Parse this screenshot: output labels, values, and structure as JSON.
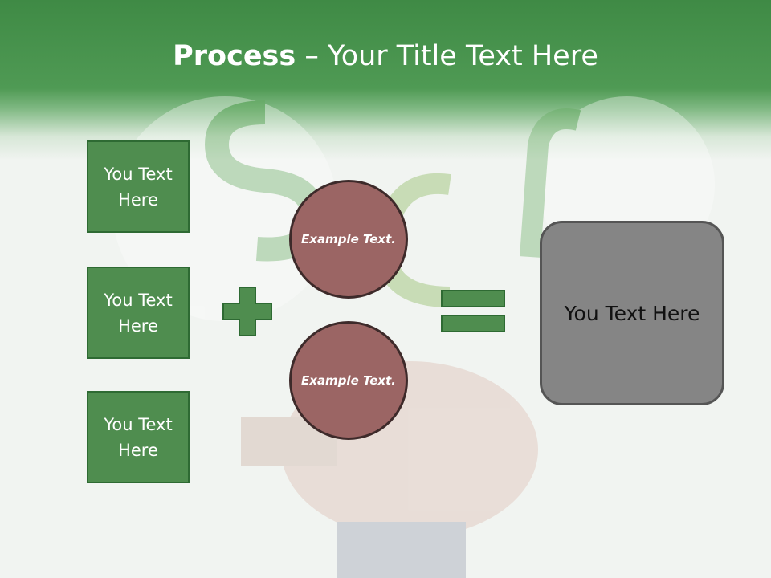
{
  "slide": {
    "title_bold": "Process",
    "title_rest": " – Your Title Text Here"
  },
  "boxes": [
    "You Text Here",
    "You Text Here",
    "You Text Here"
  ],
  "circles": [
    "Example Text.",
    "Example Text."
  ],
  "operators": {
    "plus": "plus-icon",
    "equals": "equals-icon"
  },
  "result": "You Text Here",
  "colors": {
    "header_green": "#4a944f",
    "box_green": "#4f8d4f",
    "circle": "#9b6564",
    "result_gray": "#858585"
  }
}
